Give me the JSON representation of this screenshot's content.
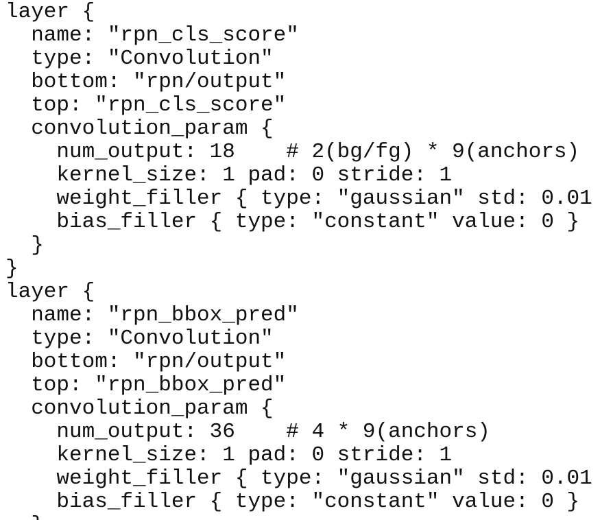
{
  "doc": {
    "colors": {
      "background": "#ffffff",
      "text": "#111111"
    },
    "lines": [
      "layer {",
      "  name: \"rpn_cls_score\"",
      "  type: \"Convolution\"",
      "  bottom: \"rpn/output\"",
      "  top: \"rpn_cls_score\"",
      "  convolution_param {",
      "    num_output: 18    # 2(bg/fg) * 9(anchors)",
      "    kernel_size: 1 pad: 0 stride: 1",
      "    weight_filler { type: \"gaussian\" std: 0.01",
      "    bias_filler { type: \"constant\" value: 0 }",
      "  }",
      "}",
      "layer {",
      "  name: \"rpn_bbox_pred\"",
      "  type: \"Convolution\"",
      "  bottom: \"rpn/output\"",
      "  top: \"rpn_bbox_pred\"",
      "  convolution_param {",
      "    num_output: 36    # 4 * 9(anchors)",
      "    kernel_size: 1 pad: 0 stride: 1",
      "    weight_filler { type: \"gaussian\" std: 0.01",
      "    bias_filler { type: \"constant\" value: 0 }",
      "  }"
    ]
  }
}
